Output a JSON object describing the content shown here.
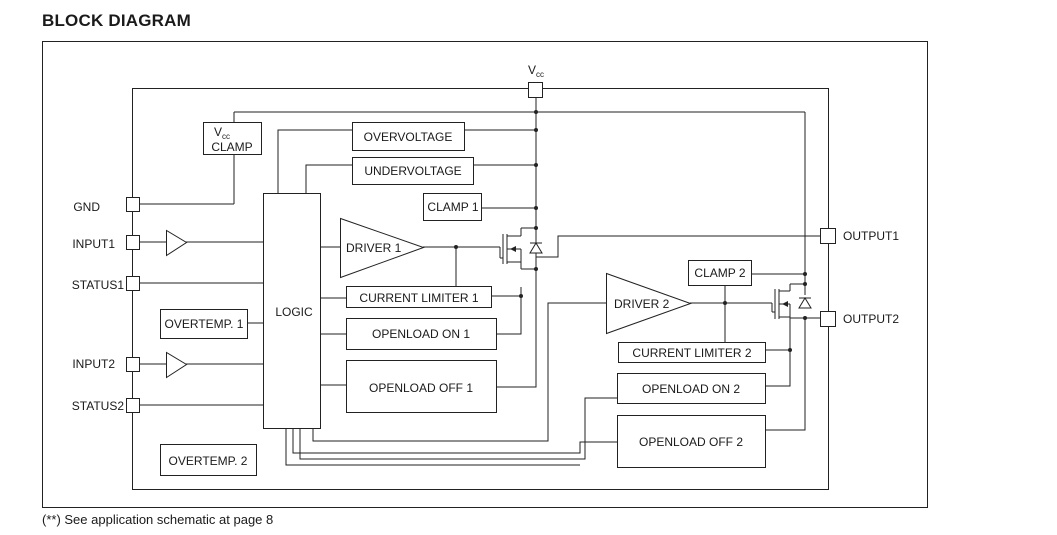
{
  "title": "BLOCK DIAGRAM",
  "footnote": "(**) See application schematic at page 8",
  "labels": {
    "vcc_main": "V",
    "vcc_main_sub": "cc",
    "vcc_clamp_line1": "V",
    "vcc_clamp_line1_sub": "cc",
    "vcc_clamp_line2": "CLAMP",
    "overvoltage": "OVERVOLTAGE",
    "undervoltage": "UNDERVOLTAGE",
    "clamp1": "CLAMP 1",
    "clamp2": "CLAMP 2",
    "driver1": "DRIVER 1",
    "driver2": "DRIVER 2",
    "logic": "LOGIC",
    "current_limiter1": "CURRENT LIMITER 1",
    "current_limiter2": "CURRENT LIMITER 2",
    "overtemp1": "OVERTEMP. 1",
    "overtemp2": "OVERTEMP. 2",
    "openload_on1": "OPENLOAD ON 1",
    "openload_off1": "OPENLOAD OFF 1",
    "openload_on2": "OPENLOAD ON 2",
    "openload_off2": "OPENLOAD OFF 2",
    "gnd": "GND",
    "input1": "INPUT1",
    "status1": "STATUS1",
    "input2": "INPUT2",
    "status2": "STATUS2",
    "output1": "OUTPUT1",
    "output2": "OUTPUT2"
  }
}
